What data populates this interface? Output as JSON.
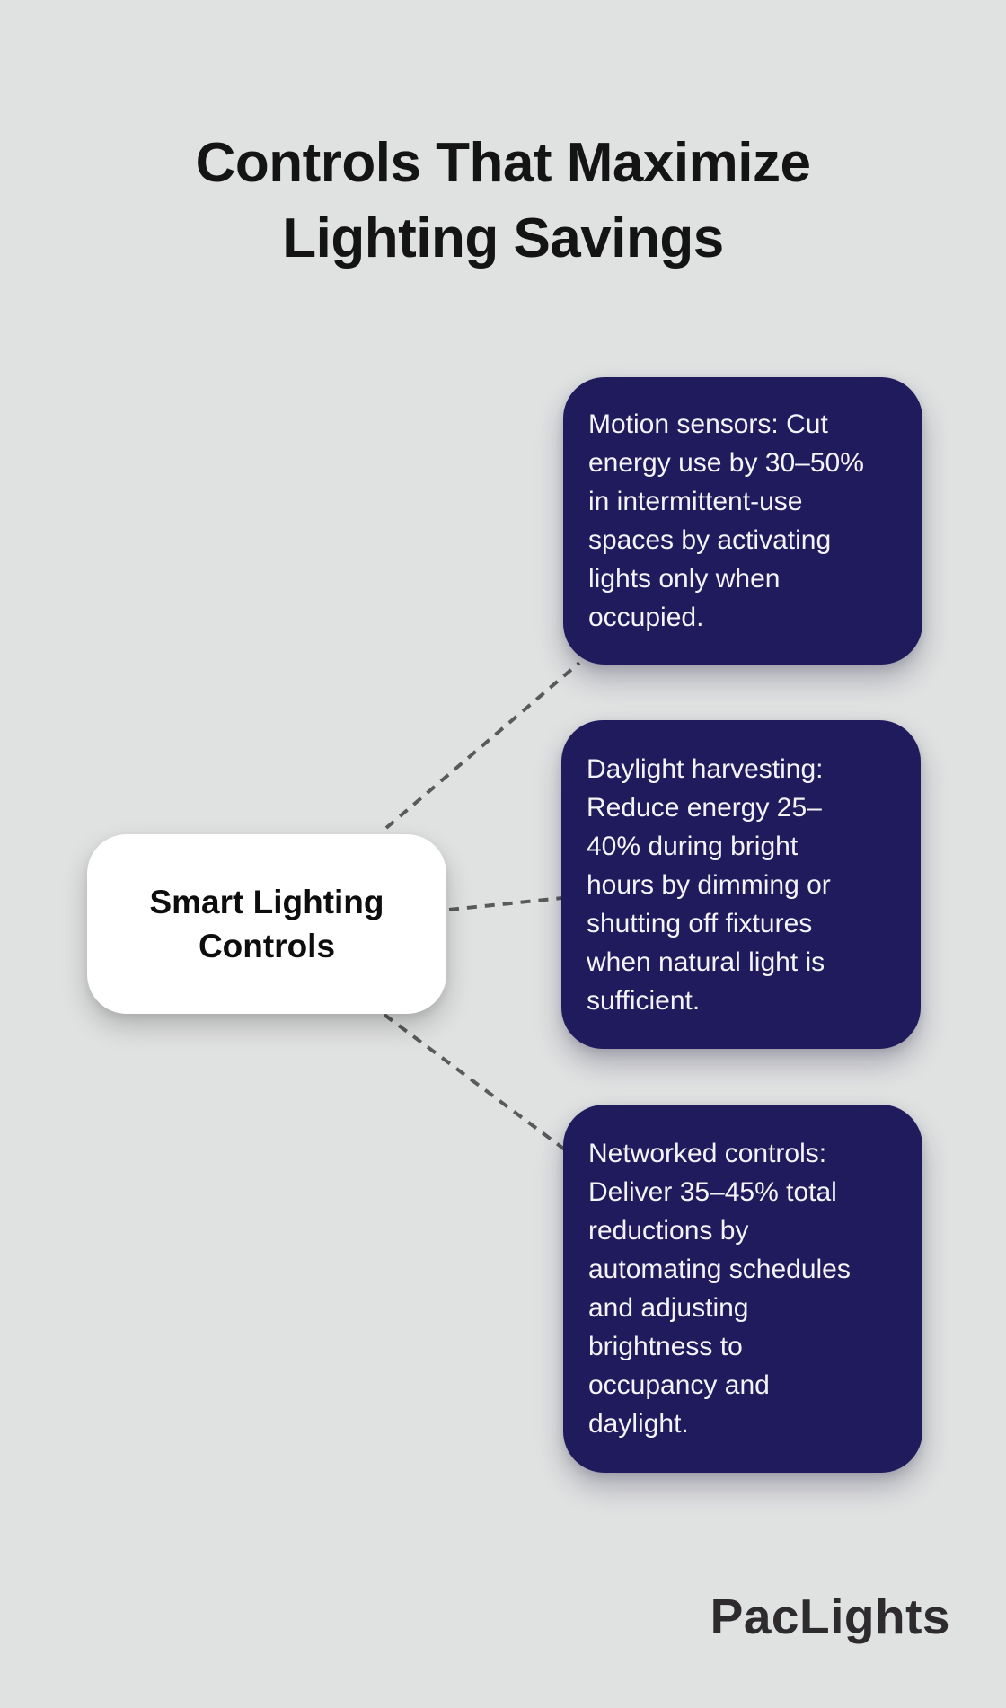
{
  "title": "Controls That Maximize\nLighting Savings",
  "node": {
    "label": "Smart Lighting\nControls"
  },
  "cards": [
    {
      "id": "motion-sensors",
      "text": "Motion sensors: Cut\nenergy use by 30–50%\nin intermittent-use\nspaces by activating\nlights only when\noccupied."
    },
    {
      "id": "daylight-harvesting",
      "text": "Daylight harvesting:\nReduce energy 25–\n40% during bright\nhours by dimming or\nshutting off fixtures\nwhen natural light is\nsufficient."
    },
    {
      "id": "networked-controls",
      "text": "Networked controls:\nDeliver 35–45% total\nreductions by\nautomating schedules\nand adjusting\nbrightness to\noccupancy and\ndaylight."
    }
  ],
  "logo": "PacLights",
  "colors": {
    "bg": "#e0e1e1",
    "navy": "#201b5c",
    "card_text": "#f3f3f8",
    "ink": "#141414",
    "dash": "#5a5a5a",
    "node_bg": "#ffffff",
    "node_text": "#0d0d0d",
    "logo": "#2e2b2e"
  }
}
